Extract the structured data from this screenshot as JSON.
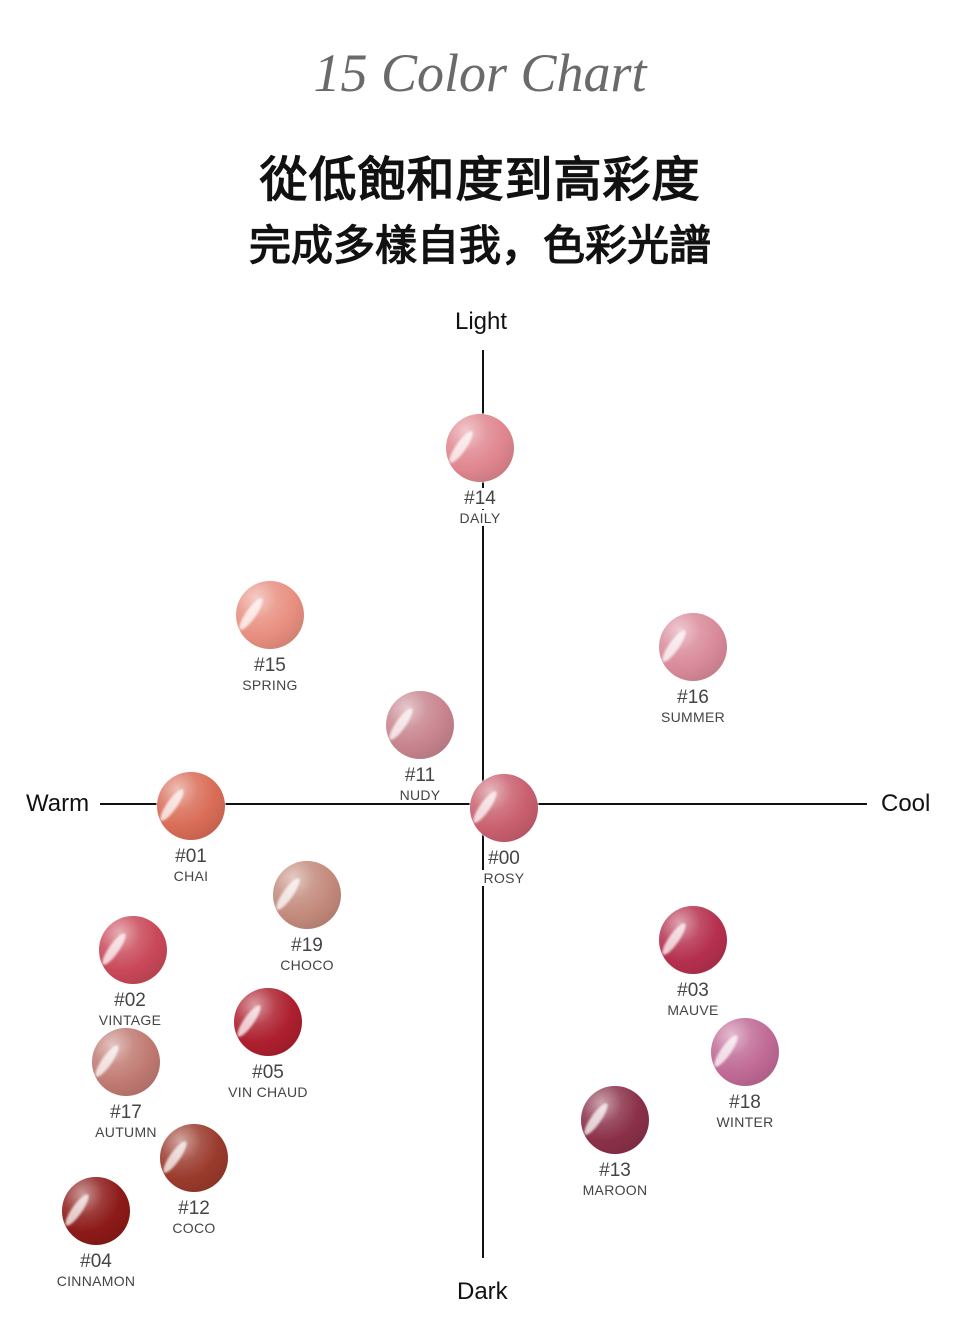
{
  "title": "15 Color Chart",
  "subtitle_line1": "從低飽和度到高彩度",
  "subtitle_line2": "完成多樣自我，色彩光譜",
  "axes": {
    "top": "Light",
    "bottom": "Dark",
    "left": "Warm",
    "right": "Cool"
  },
  "swatches": [
    {
      "code": "#14",
      "name": "DAILY",
      "color": "#e0868f"
    },
    {
      "code": "#15",
      "name": "SPRING",
      "color": "#e88f80"
    },
    {
      "code": "#16",
      "name": "SUMMER",
      "color": "#d98a9a"
    },
    {
      "code": "#11",
      "name": "NUDY",
      "color": "#c8848e"
    },
    {
      "code": "#01",
      "name": "CHAI",
      "color": "#d96c57"
    },
    {
      "code": "#00",
      "name": "ROSY",
      "color": "#c95f6e"
    },
    {
      "code": "#19",
      "name": "CHOCO",
      "color": "#c38a7c"
    },
    {
      "code": "#02",
      "name": "VINTAGE",
      "color": "#c94858"
    },
    {
      "code": "#03",
      "name": "MAUVE",
      "color": "#b5304e"
    },
    {
      "code": "#05",
      "name": "VIN CHAUD",
      "color": "#ad1f2e"
    },
    {
      "code": "#17",
      "name": "AUTUMN",
      "color": "#c07a72"
    },
    {
      "code": "#18",
      "name": "WINTER",
      "color": "#c06a95"
    },
    {
      "code": "#12",
      "name": "COCO",
      "color": "#9a3a2c"
    },
    {
      "code": "#13",
      "name": "MAROON",
      "color": "#8a3048"
    },
    {
      "code": "#04",
      "name": "CINNAMON",
      "color": "#8c1a18"
    }
  ]
}
